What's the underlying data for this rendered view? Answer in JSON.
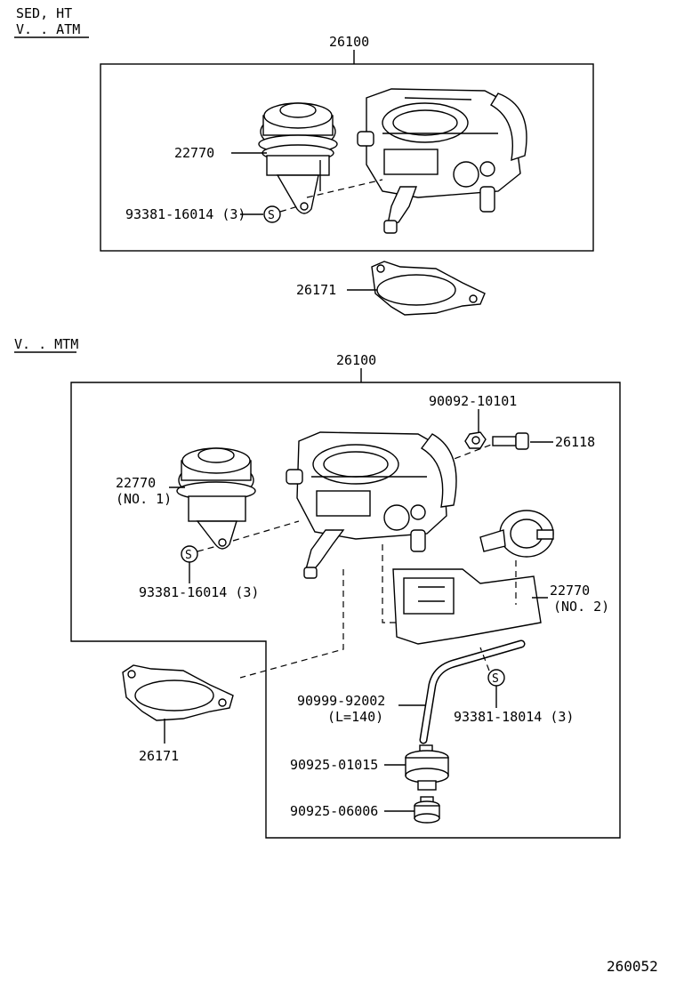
{
  "header": {
    "line1": "SED,   HT",
    "line2": "V. . ATM"
  },
  "section_atm": {
    "assembly_label": "26100",
    "actuator_label": "22770",
    "screw_label": "93381-16014 (3)",
    "screw_symbol": "S",
    "gasket_label": "26171"
  },
  "section_mtm": {
    "heading": "V. . MTM",
    "assembly_label": "26100",
    "nut_label": "90092-10101",
    "bolt_label": "26118",
    "actuator1_label_a": "22770",
    "actuator1_label_b": "(NO. 1)",
    "screw1_symbol": "S",
    "screw1_label": "93381-16014 (3)",
    "actuator2_label_a": "22770",
    "actuator2_label_b": "(NO. 2)",
    "hose_label_a": "90999-92002",
    "hose_label_b": "(L=140)",
    "screw2_symbol": "S",
    "screw2_label": "93381-18014 (3)",
    "part_a_label": "90925-01015",
    "part_b_label": "90925-06006",
    "gasket_label": "26171"
  },
  "footer": {
    "diagram_id": "260052"
  }
}
